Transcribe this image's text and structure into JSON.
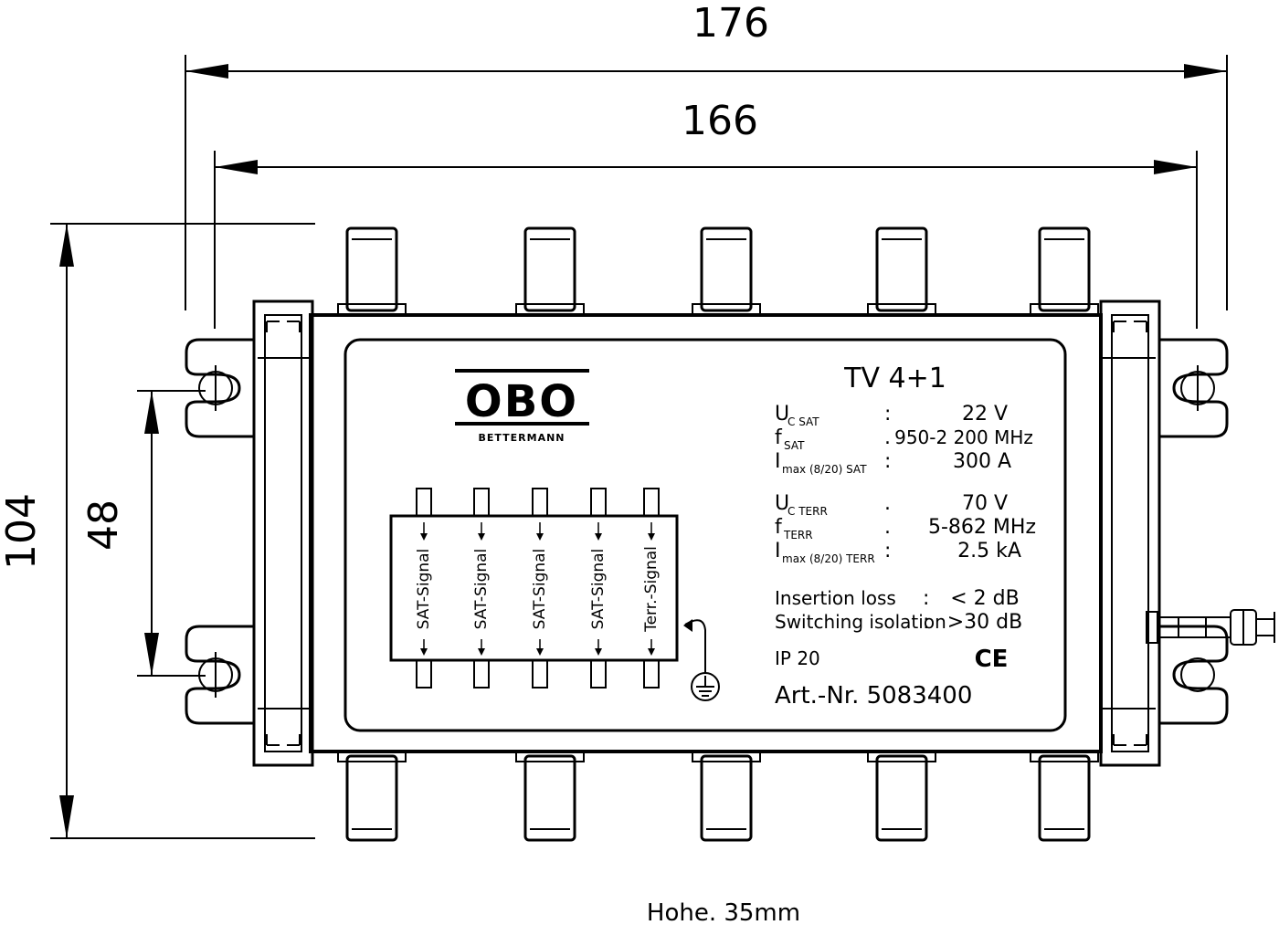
{
  "dimensions": {
    "overall_width": "176",
    "inner_width": "166",
    "height": "104",
    "mount_spacing": "48",
    "depth_note": "Hohe. 35mm"
  },
  "brand": {
    "logo_text": "OBO",
    "logo_subtext": "BETTERMANN"
  },
  "product": {
    "model": "TV 4+1",
    "article": "Art.-Nr. 5083400",
    "ip_rating": "IP 20",
    "ce_mark": "CE"
  },
  "specs": {
    "sat": [
      {
        "symbol": "U",
        "sub": "C SAT",
        "sep": ":",
        "value": "22 V"
      },
      {
        "symbol": "f",
        "sub": "SAT",
        "sep": ".",
        "value": "950-2 200 MHz"
      },
      {
        "symbol": "I",
        "sub": "max (8/20) SAT",
        "sep": ":",
        "value": "300 A"
      }
    ],
    "terr": [
      {
        "symbol": "U",
        "sub": "C TERR",
        "sep": ".",
        "value": "70 V"
      },
      {
        "symbol": "f",
        "sub": "TERR",
        "sep": ".",
        "value": "5-862 MHz"
      },
      {
        "symbol": "I",
        "sub": "max (8/20) TERR",
        "sep": ":",
        "value": "2.5 kA"
      }
    ],
    "other": [
      {
        "label": "Insertion loss",
        "sep": ":",
        "value": "< 2 dB"
      },
      {
        "label": "Switching isolation",
        "sep": ":",
        "value": ">30 dB"
      }
    ]
  },
  "channels": [
    {
      "label": "SAT-Signal"
    },
    {
      "label": "SAT-Signal"
    },
    {
      "label": "SAT-Signal"
    },
    {
      "label": "SAT-Signal"
    },
    {
      "label": "Terr.-Signal"
    }
  ],
  "colors": {
    "line": "#000000",
    "background": "#ffffff"
  }
}
